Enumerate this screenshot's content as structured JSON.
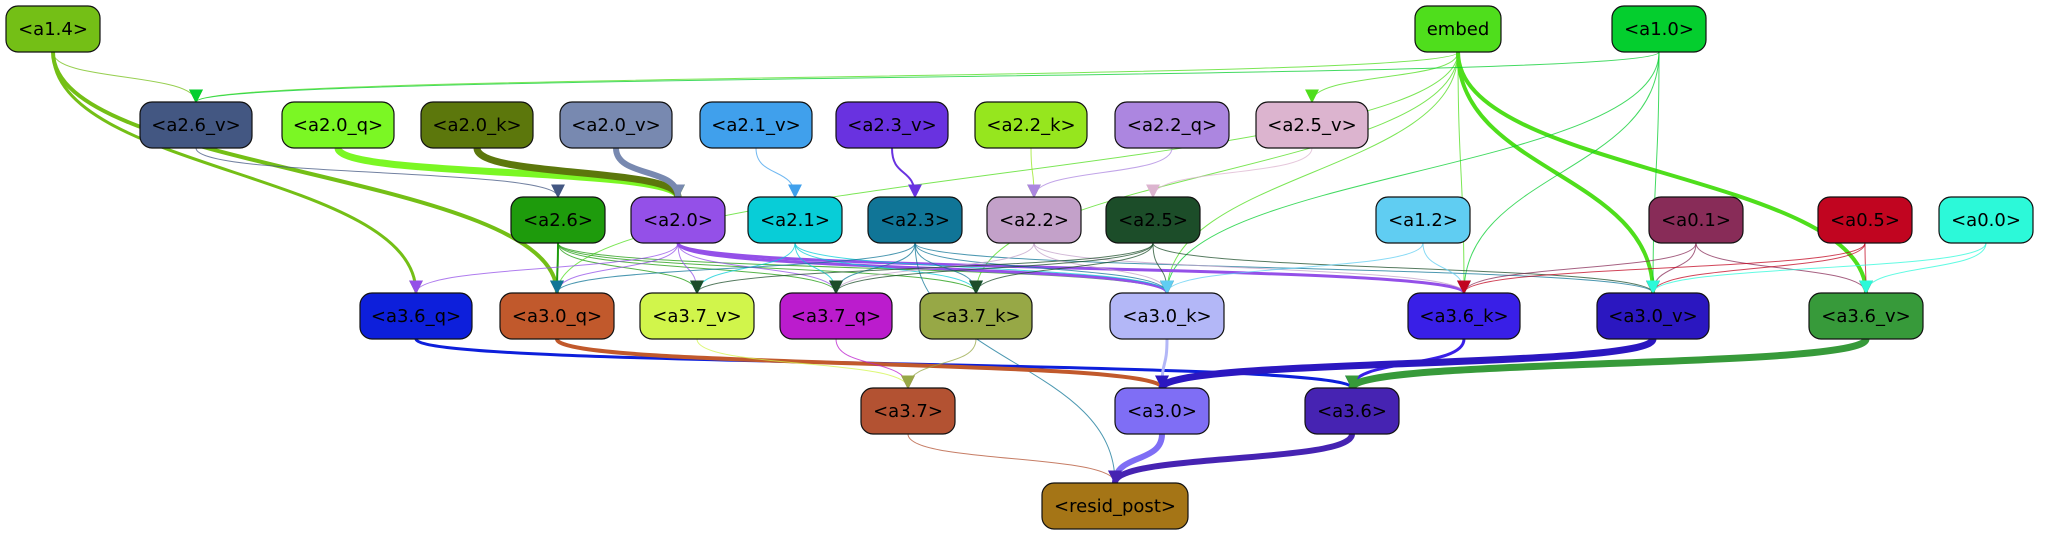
{
  "graph": {
    "nodes": [
      {
        "id": "a1.4",
        "label": "<a1.4>",
        "fill": "#74bf16",
        "text": "#000000"
      },
      {
        "id": "embed",
        "label": "embed",
        "fill": "#4fde1c",
        "text": "#000000"
      },
      {
        "id": "a1.0",
        "label": "<a1.0>",
        "fill": "#04ce2e",
        "text": "#000000"
      },
      {
        "id": "a2.6_v",
        "label": "<a2.6_v>",
        "fill": "#435782",
        "text": "#000000"
      },
      {
        "id": "a2.0_q",
        "label": "<a2.0_q>",
        "fill": "#7bf724",
        "text": "#000000"
      },
      {
        "id": "a2.0_k",
        "label": "<a2.0_k>",
        "fill": "#5c770c",
        "text": "#000000"
      },
      {
        "id": "a2.0_v",
        "label": "<a2.0_v>",
        "fill": "#7889b0",
        "text": "#000000"
      },
      {
        "id": "a2.1_v",
        "label": "<a2.1_v>",
        "fill": "#40a0ec",
        "text": "#000000"
      },
      {
        "id": "a2.3_v",
        "label": "<a2.3_v>",
        "fill": "#6932e0",
        "text": "#000000"
      },
      {
        "id": "a2.2_k",
        "label": "<a2.2_k>",
        "fill": "#96e61e",
        "text": "#000000"
      },
      {
        "id": "a2.2_q",
        "label": "<a2.2_q>",
        "fill": "#ac86e0",
        "text": "#000000"
      },
      {
        "id": "a2.5_v",
        "label": "<a2.5_v>",
        "fill": "#dcb4cf",
        "text": "#000000"
      },
      {
        "id": "a2.6",
        "label": "<a2.6>",
        "fill": "#1e9b0c",
        "text": "#000000"
      },
      {
        "id": "a2.0",
        "label": "<a2.0>",
        "fill": "#9450e8",
        "text": "#000000"
      },
      {
        "id": "a2.1",
        "label": "<a2.1>",
        "fill": "#08cdd7",
        "text": "#000000"
      },
      {
        "id": "a2.3",
        "label": "<a2.3>",
        "fill": "#107597",
        "text": "#000000"
      },
      {
        "id": "a2.2",
        "label": "<a2.2>",
        "fill": "#c3a1c9",
        "text": "#000000"
      },
      {
        "id": "a2.5",
        "label": "<a2.5>",
        "fill": "#1c4d29",
        "text": "#000000"
      },
      {
        "id": "a1.2",
        "label": "<a1.2>",
        "fill": "#60cdf2",
        "text": "#000000"
      },
      {
        "id": "a0.1",
        "label": "<a0.1>",
        "fill": "#882c58",
        "text": "#000000"
      },
      {
        "id": "a0.5",
        "label": "<a0.5>",
        "fill": "#c10520",
        "text": "#000000"
      },
      {
        "id": "a0.0",
        "label": "<a0.0>",
        "fill": "#2cf9d9",
        "text": "#000000"
      },
      {
        "id": "a3.6_q",
        "label": "<a3.6_q>",
        "fill": "#0d1fdb",
        "text": "#000000"
      },
      {
        "id": "a3.0_q",
        "label": "<a3.0_q>",
        "fill": "#c1592c",
        "text": "#000000"
      },
      {
        "id": "a3.7_v",
        "label": "<a3.7_v>",
        "fill": "#d1f54b",
        "text": "#000000"
      },
      {
        "id": "a3.7_q",
        "label": "<a3.7_q>",
        "fill": "#bb1ccd",
        "text": "#000000"
      },
      {
        "id": "a3.7_k",
        "label": "<a3.7_k>",
        "fill": "#97a846",
        "text": "#000000"
      },
      {
        "id": "a3.0_k",
        "label": "<a3.0_k>",
        "fill": "#b3b7f7",
        "text": "#000000"
      },
      {
        "id": "a3.6_k",
        "label": "<a3.6_k>",
        "fill": "#391fe7",
        "text": "#000000"
      },
      {
        "id": "a3.0_v",
        "label": "<a3.0_v>",
        "fill": "#2b17c0",
        "text": "#000000"
      },
      {
        "id": "a3.6_v",
        "label": "<a3.6_v>",
        "fill": "#379a3a",
        "text": "#000000"
      },
      {
        "id": "a3.7",
        "label": "<a3.7>",
        "fill": "#b35232",
        "text": "#000000"
      },
      {
        "id": "a3.0",
        "label": "<a3.0>",
        "fill": "#7f6ef5",
        "text": "#000000"
      },
      {
        "id": "a3.6",
        "label": "<a3.6>",
        "fill": "#4623b2",
        "text": "#000000"
      },
      {
        "id": "resid_post",
        "label": "<resid_post>",
        "fill": "#a57516",
        "text": "#000000"
      }
    ],
    "edges": [
      {
        "from": "a1.4",
        "to": "a2.6_v",
        "color": "#74bf16",
        "weight": 1
      },
      {
        "from": "a1.4",
        "to": "a3.0_q",
        "color": "#74bf16",
        "weight": 4
      },
      {
        "from": "a1.4",
        "to": "a3.6_q",
        "color": "#74bf16",
        "weight": 3
      },
      {
        "from": "embed",
        "to": "a2.6_v",
        "color": "#4fde1c",
        "weight": 1
      },
      {
        "from": "embed",
        "to": "a2.5_v",
        "color": "#4fde1c",
        "weight": 1
      },
      {
        "from": "embed",
        "to": "a3.0_v",
        "color": "#4fde1c",
        "weight": 4
      },
      {
        "from": "embed",
        "to": "a3.6_v",
        "color": "#4fde1c",
        "weight": 4
      },
      {
        "from": "embed",
        "to": "a3.6_k",
        "color": "#4fde1c",
        "weight": 1
      },
      {
        "from": "embed",
        "to": "a3.0_k",
        "color": "#4fde1c",
        "weight": 1
      },
      {
        "from": "embed",
        "to": "a3.7_k",
        "color": "#4fde1c",
        "weight": 1
      },
      {
        "from": "embed",
        "to": "a3.0_q",
        "color": "#4fde1c",
        "weight": 1
      },
      {
        "from": "a1.0",
        "to": "a2.6_v",
        "color": "#04ce2e",
        "weight": 1
      },
      {
        "from": "a1.0",
        "to": "a3.6_k",
        "color": "#04ce2e",
        "weight": 1
      },
      {
        "from": "a1.0",
        "to": "a3.0_v",
        "color": "#04ce2e",
        "weight": 1
      },
      {
        "from": "a1.0",
        "to": "a3.0_k",
        "color": "#04ce2e",
        "weight": 1
      },
      {
        "from": "a2.6_v",
        "to": "a2.6",
        "color": "#435782",
        "weight": 1
      },
      {
        "from": "a2.0_q",
        "to": "a2.0",
        "color": "#7bf724",
        "weight": 7
      },
      {
        "from": "a2.0_k",
        "to": "a2.0",
        "color": "#5c770c",
        "weight": 7
      },
      {
        "from": "a2.0_v",
        "to": "a2.0",
        "color": "#7889b0",
        "weight": 6
      },
      {
        "from": "a2.1_v",
        "to": "a2.1",
        "color": "#40a0ec",
        "weight": 1
      },
      {
        "from": "a2.3_v",
        "to": "a2.3",
        "color": "#6932e0",
        "weight": 2
      },
      {
        "from": "a2.2_k",
        "to": "a2.2",
        "color": "#96e61e",
        "weight": 1
      },
      {
        "from": "a2.2_q",
        "to": "a2.2",
        "color": "#ac86e0",
        "weight": 1
      },
      {
        "from": "a2.5_v",
        "to": "a2.5",
        "color": "#dcb4cf",
        "weight": 1
      },
      {
        "from": "a2.6",
        "to": "a3.0_q",
        "color": "#1e9b0c",
        "weight": 2
      },
      {
        "from": "a2.6",
        "to": "a3.7_v",
        "color": "#1e9b0c",
        "weight": 1
      },
      {
        "from": "a2.6",
        "to": "a3.7_q",
        "color": "#1e9b0c",
        "weight": 1
      },
      {
        "from": "a2.6",
        "to": "a3.7_k",
        "color": "#1e9b0c",
        "weight": 1
      },
      {
        "from": "a2.6",
        "to": "a3.0_k",
        "color": "#1e9b0c",
        "weight": 1
      },
      {
        "from": "a2.0",
        "to": "a3.6_k",
        "color": "#9450e8",
        "weight": 3
      },
      {
        "from": "a2.0",
        "to": "a3.0_k",
        "color": "#9450e8",
        "weight": 3
      },
      {
        "from": "a2.0",
        "to": "a3.0_q",
        "color": "#9450e8",
        "weight": 1
      },
      {
        "from": "a2.0",
        "to": "a3.7_v",
        "color": "#9450e8",
        "weight": 1
      },
      {
        "from": "a2.0",
        "to": "a3.7_q",
        "color": "#9450e8",
        "weight": 1
      },
      {
        "from": "a2.0",
        "to": "a3.6_q",
        "color": "#9450e8",
        "weight": 1
      },
      {
        "from": "a2.1",
        "to": "a3.7_v",
        "color": "#08cdd7",
        "weight": 1
      },
      {
        "from": "a2.1",
        "to": "a3.7_q",
        "color": "#08cdd7",
        "weight": 1
      },
      {
        "from": "a2.1",
        "to": "a3.7_k",
        "color": "#08cdd7",
        "weight": 1
      },
      {
        "from": "a2.1",
        "to": "a3.0_k",
        "color": "#08cdd7",
        "weight": 1
      },
      {
        "from": "a2.3",
        "to": "a3.0_q",
        "color": "#107597",
        "weight": 1
      },
      {
        "from": "a2.3",
        "to": "a3.7_q",
        "color": "#107597",
        "weight": 1
      },
      {
        "from": "a2.3",
        "to": "a3.7_k",
        "color": "#107597",
        "weight": 1
      },
      {
        "from": "a2.3",
        "to": "a3.0_k",
        "color": "#107597",
        "weight": 1
      },
      {
        "from": "a2.3",
        "to": "a3.0_v",
        "color": "#107597",
        "weight": 1
      },
      {
        "from": "a2.3",
        "to": "resid_post",
        "color": "#107597",
        "weight": 1
      },
      {
        "from": "a2.2",
        "to": "a3.7_q",
        "color": "#c3a1c9",
        "weight": 1
      },
      {
        "from": "a2.2",
        "to": "a3.6_k",
        "color": "#c3a1c9",
        "weight": 1
      },
      {
        "from": "a2.2",
        "to": "a3.0_k",
        "color": "#c3a1c9",
        "weight": 1
      },
      {
        "from": "a2.5",
        "to": "a3.0_k",
        "color": "#1c4d29",
        "weight": 1
      },
      {
        "from": "a2.5",
        "to": "a3.7_q",
        "color": "#1c4d29",
        "weight": 1
      },
      {
        "from": "a2.5",
        "to": "a3.7_k",
        "color": "#1c4d29",
        "weight": 1
      },
      {
        "from": "a2.5",
        "to": "a3.0_v",
        "color": "#1c4d29",
        "weight": 1
      },
      {
        "from": "a2.5",
        "to": "a3.7_v",
        "color": "#1c4d29",
        "weight": 1
      },
      {
        "from": "a1.2",
        "to": "a3.6_k",
        "color": "#60cdf2",
        "weight": 1
      },
      {
        "from": "a1.2",
        "to": "a3.0_k",
        "color": "#60cdf2",
        "weight": 1
      },
      {
        "from": "a0.1",
        "to": "a3.6_k",
        "color": "#882c58",
        "weight": 1
      },
      {
        "from": "a0.1",
        "to": "a3.0_v",
        "color": "#882c58",
        "weight": 1
      },
      {
        "from": "a0.1",
        "to": "a3.6_v",
        "color": "#882c58",
        "weight": 1
      },
      {
        "from": "a0.5",
        "to": "a3.6_k",
        "color": "#c10520",
        "weight": 1
      },
      {
        "from": "a0.5",
        "to": "a3.0_v",
        "color": "#c10520",
        "weight": 1
      },
      {
        "from": "a0.5",
        "to": "a3.6_v",
        "color": "#c10520",
        "weight": 1
      },
      {
        "from": "a0.0",
        "to": "a3.6_v",
        "color": "#2cf9d9",
        "weight": 1
      },
      {
        "from": "a0.0",
        "to": "a3.0_v",
        "color": "#2cf9d9",
        "weight": 1
      },
      {
        "from": "a3.6_q",
        "to": "a3.6",
        "color": "#0d1fdb",
        "weight": 3
      },
      {
        "from": "a3.0_q",
        "to": "a3.0",
        "color": "#c1592c",
        "weight": 4
      },
      {
        "from": "a3.7_v",
        "to": "a3.7",
        "color": "#d1f54b",
        "weight": 1
      },
      {
        "from": "a3.7_q",
        "to": "a3.7",
        "color": "#bb1ccd",
        "weight": 1
      },
      {
        "from": "a3.7_k",
        "to": "a3.7",
        "color": "#97a846",
        "weight": 1
      },
      {
        "from": "a3.0_k",
        "to": "a3.0",
        "color": "#b3b7f7",
        "weight": 3
      },
      {
        "from": "a3.6_k",
        "to": "a3.6",
        "color": "#391fe7",
        "weight": 3
      },
      {
        "from": "a3.0_v",
        "to": "a3.0",
        "color": "#2b17c0",
        "weight": 7
      },
      {
        "from": "a3.6_v",
        "to": "a3.6",
        "color": "#379a3a",
        "weight": 7
      },
      {
        "from": "a3.7",
        "to": "resid_post",
        "color": "#b35232",
        "weight": 1
      },
      {
        "from": "a3.0",
        "to": "resid_post",
        "color": "#7f6ef5",
        "weight": 6
      },
      {
        "from": "a3.6",
        "to": "resid_post",
        "color": "#4623b2",
        "weight": 6
      }
    ]
  }
}
